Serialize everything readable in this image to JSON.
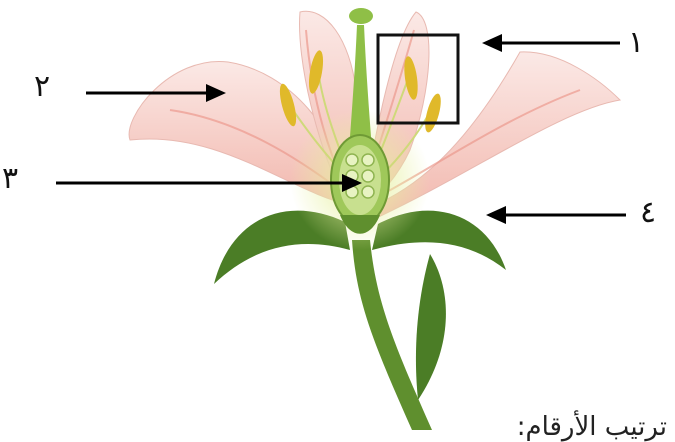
{
  "labels": {
    "one": "١",
    "two": "٢",
    "three": "٣",
    "four": "٤"
  },
  "footer_text": "ترتيب الأرقام:",
  "colors": {
    "petal": "#f6d4cf",
    "petal_vein": "#ec9a8e",
    "stem": "#5f8f2e",
    "leaf": "#4b7d26",
    "anther": "#e0b92a",
    "ovary": "#9fc85a",
    "arrow": "#000000"
  }
}
